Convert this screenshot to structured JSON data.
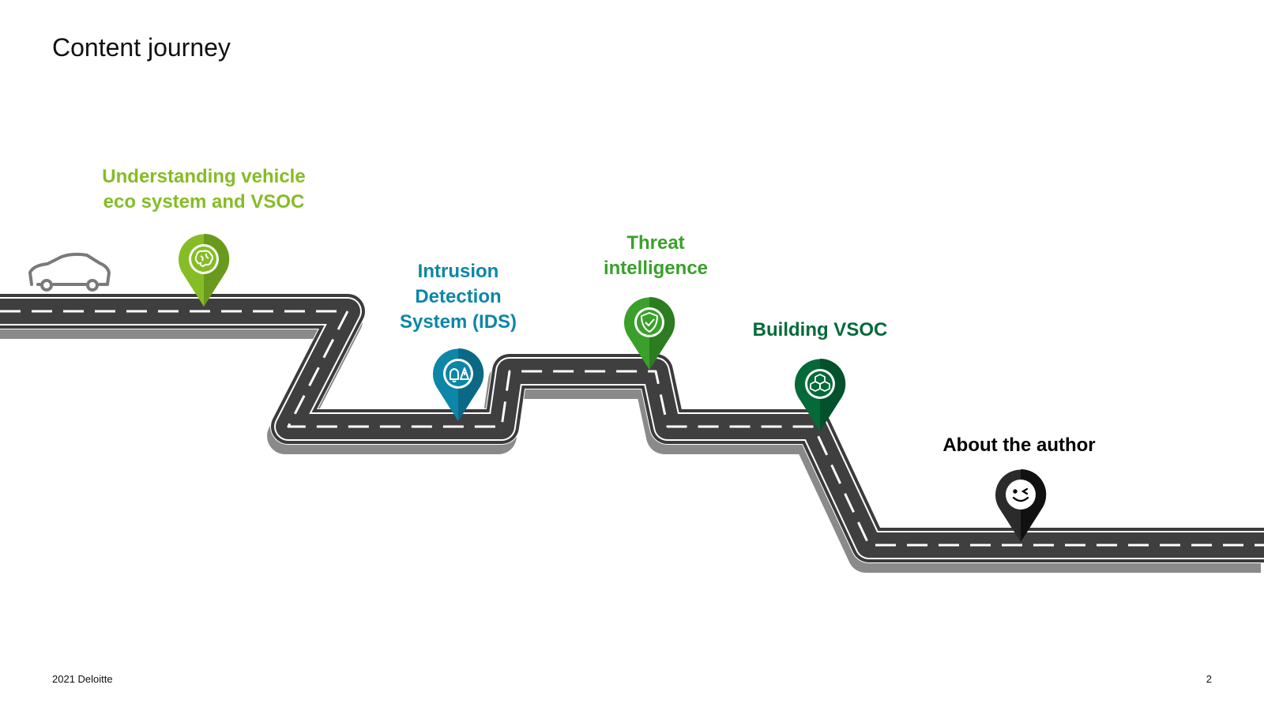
{
  "slide": {
    "title": "Content journey",
    "footer_left": "2021 Deloitte",
    "page_number": "2"
  },
  "stages": [
    {
      "id": "ecosystem",
      "label": "Understanding vehicle\neco system and VSOC",
      "color": "#86bc25",
      "dark": "#6a9a1c",
      "icon": "brain-icon"
    },
    {
      "id": "ids",
      "label": "Intrusion\nDetection\nSystem (IDS)",
      "color": "#0d86a8",
      "dark": "#0a6a85",
      "icon": "alert-bell-icon"
    },
    {
      "id": "threat",
      "label": "Threat\nintelligence",
      "color": "#3aa02b",
      "dark": "#2b7d20",
      "icon": "shield-icon"
    },
    {
      "id": "vsoc",
      "label": "Building VSOC",
      "color": "#046a38",
      "dark": "#03522b",
      "icon": "cubes-icon"
    },
    {
      "id": "author",
      "label": "About the author",
      "color": "#000000",
      "dark": "#222222",
      "icon": "wink-face-icon"
    }
  ],
  "graphics": {
    "vehicle": "car-outline-icon",
    "road": "winding-road"
  }
}
